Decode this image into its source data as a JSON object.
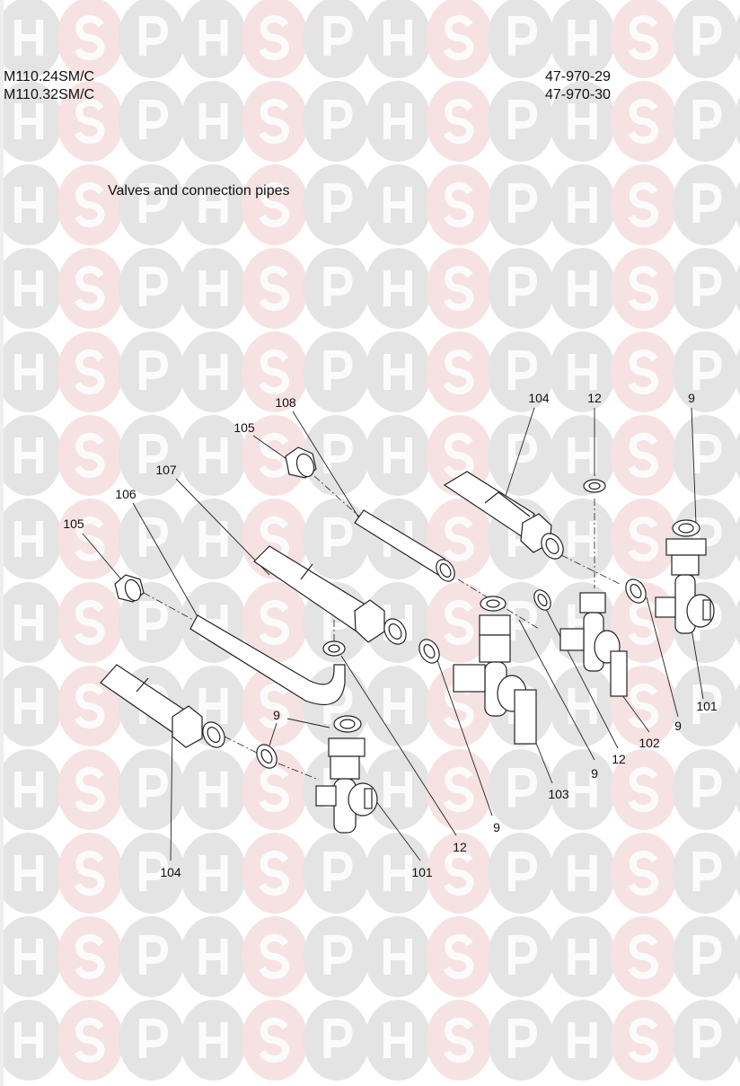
{
  "header": {
    "models": [
      "M110.24SM/C",
      "M110.32SM/C"
    ],
    "part_numbers": [
      "47-970-29",
      "47-970-30"
    ]
  },
  "diagram_title": "Valves and connection pipes",
  "callouts": [
    "105",
    "108",
    "107",
    "106",
    "105",
    "104",
    "12",
    "9",
    "101",
    "9",
    "102",
    "12",
    "9",
    "103",
    "9",
    "9",
    "12",
    "101",
    "104"
  ],
  "watermark": {
    "letters": [
      "H",
      "S",
      "P"
    ],
    "colors": {
      "h": "#e4e4e4",
      "s": "#f6e2e2",
      "p": "#e4e4e4"
    }
  }
}
